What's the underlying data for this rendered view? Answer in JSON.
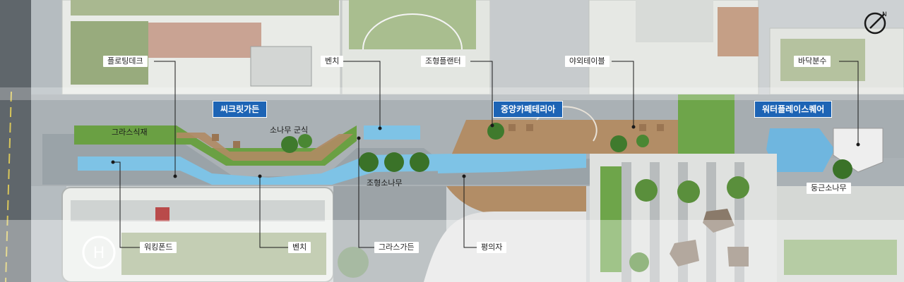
{
  "callouts": {
    "floating_deck": "플로팅데크",
    "bench_top": "벤치",
    "sculpture_planter": "조형플랜터",
    "outdoor_table": "야외테이블",
    "floor_fountain": "바닥분수",
    "walking_pond": "워킹폰드",
    "bench_bottom": "벤치",
    "grass_garden": "그라스가든",
    "lounge_chair": "평의자",
    "round_pine": "둥근소나무"
  },
  "zones": {
    "secret_garden": "씨크릿가든",
    "central_cafeteria": "중앙카페테리아",
    "water_playsquare": "워터플레이스퀘어"
  },
  "plain_labels": {
    "grass_planting": "그라스식재",
    "pine_group": "소나무 군식",
    "sculpture_pine": "조형소나무"
  },
  "colors": {
    "zone_blue": "#1d64b5",
    "water": "#7ec3e6",
    "grass": "#5f9a3c",
    "deck_wood": "#b08b64"
  },
  "icons": {
    "compass": "north-arrow-icon",
    "helipad": "helipad-icon"
  }
}
